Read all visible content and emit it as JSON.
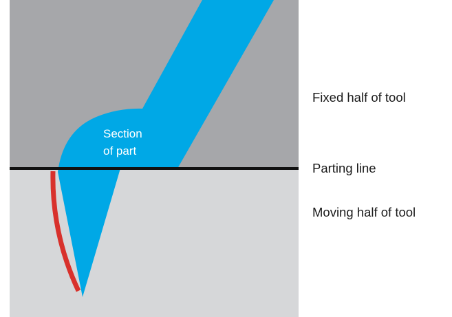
{
  "diagram": {
    "part_label_line1": "Section",
    "part_label_line2": "of part",
    "labels": {
      "fixed_half": "Fixed half of tool",
      "parting_line": "Parting line",
      "moving_half": "Moving half of tool"
    },
    "colors": {
      "fixed_half": "#a6a7aa",
      "moving_half": "#d6d7d9",
      "part": "#00a8e6",
      "parting_line": "#111111",
      "undercut_edge": "#d8312c",
      "label_text": "#1a1a1a",
      "part_text": "#ffffff"
    }
  }
}
